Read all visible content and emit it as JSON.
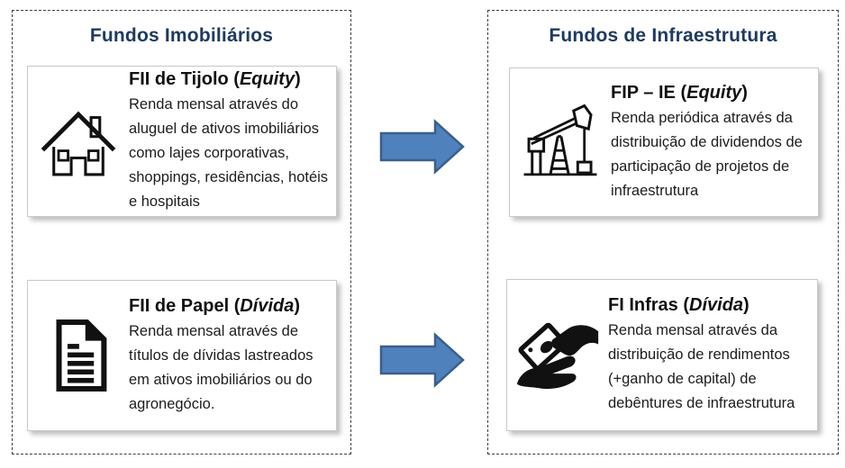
{
  "colors": {
    "panel_title": "#1f3a60",
    "arrow_fill": "#4f81bd",
    "arrow_stroke": "#3a5f8b",
    "icon_black": "#111111"
  },
  "panels": [
    {
      "id": "fundos-imobiliarios",
      "title": "Fundos Imobiliários",
      "cards": [
        {
          "icon": "house-icon",
          "title_prefix": "FII de Tijolo (",
          "title_italic": "Equity",
          "title_suffix": ")",
          "body": "Renda mensal através do aluguel de ativos imobiliários como lajes corporativas, shoppings, residências, hotéis e hospitais"
        },
        {
          "icon": "document-icon",
          "title_prefix": "FII de Papel (",
          "title_italic": "Dívida",
          "title_suffix": ")",
          "body": "Renda mensal através de títulos de dívidas lastreados em ativos imobiliários ou do agronegócio."
        }
      ]
    },
    {
      "id": "fundos-de-infraestrutura",
      "title": "Fundos de Infraestrutura",
      "cards": [
        {
          "icon": "oil-pump-icon",
          "title_prefix": "FIP – IE (",
          "title_italic": "Equity",
          "title_suffix": ")",
          "body": "Renda periódica através da distribuição de dividendos de participação de projetos de infraestrutura"
        },
        {
          "icon": "hand-money-icon",
          "title_prefix": "FI Infras (",
          "title_italic": "Dívida",
          "title_suffix": ")",
          "body": "Renda mensal através da distribuição de rendimentos (+ganho de capital) de debêntures de infraestrutura"
        }
      ]
    }
  ],
  "arrows": [
    {
      "name": "arrow-top",
      "direction": "right"
    },
    {
      "name": "arrow-bottom",
      "direction": "right"
    }
  ]
}
